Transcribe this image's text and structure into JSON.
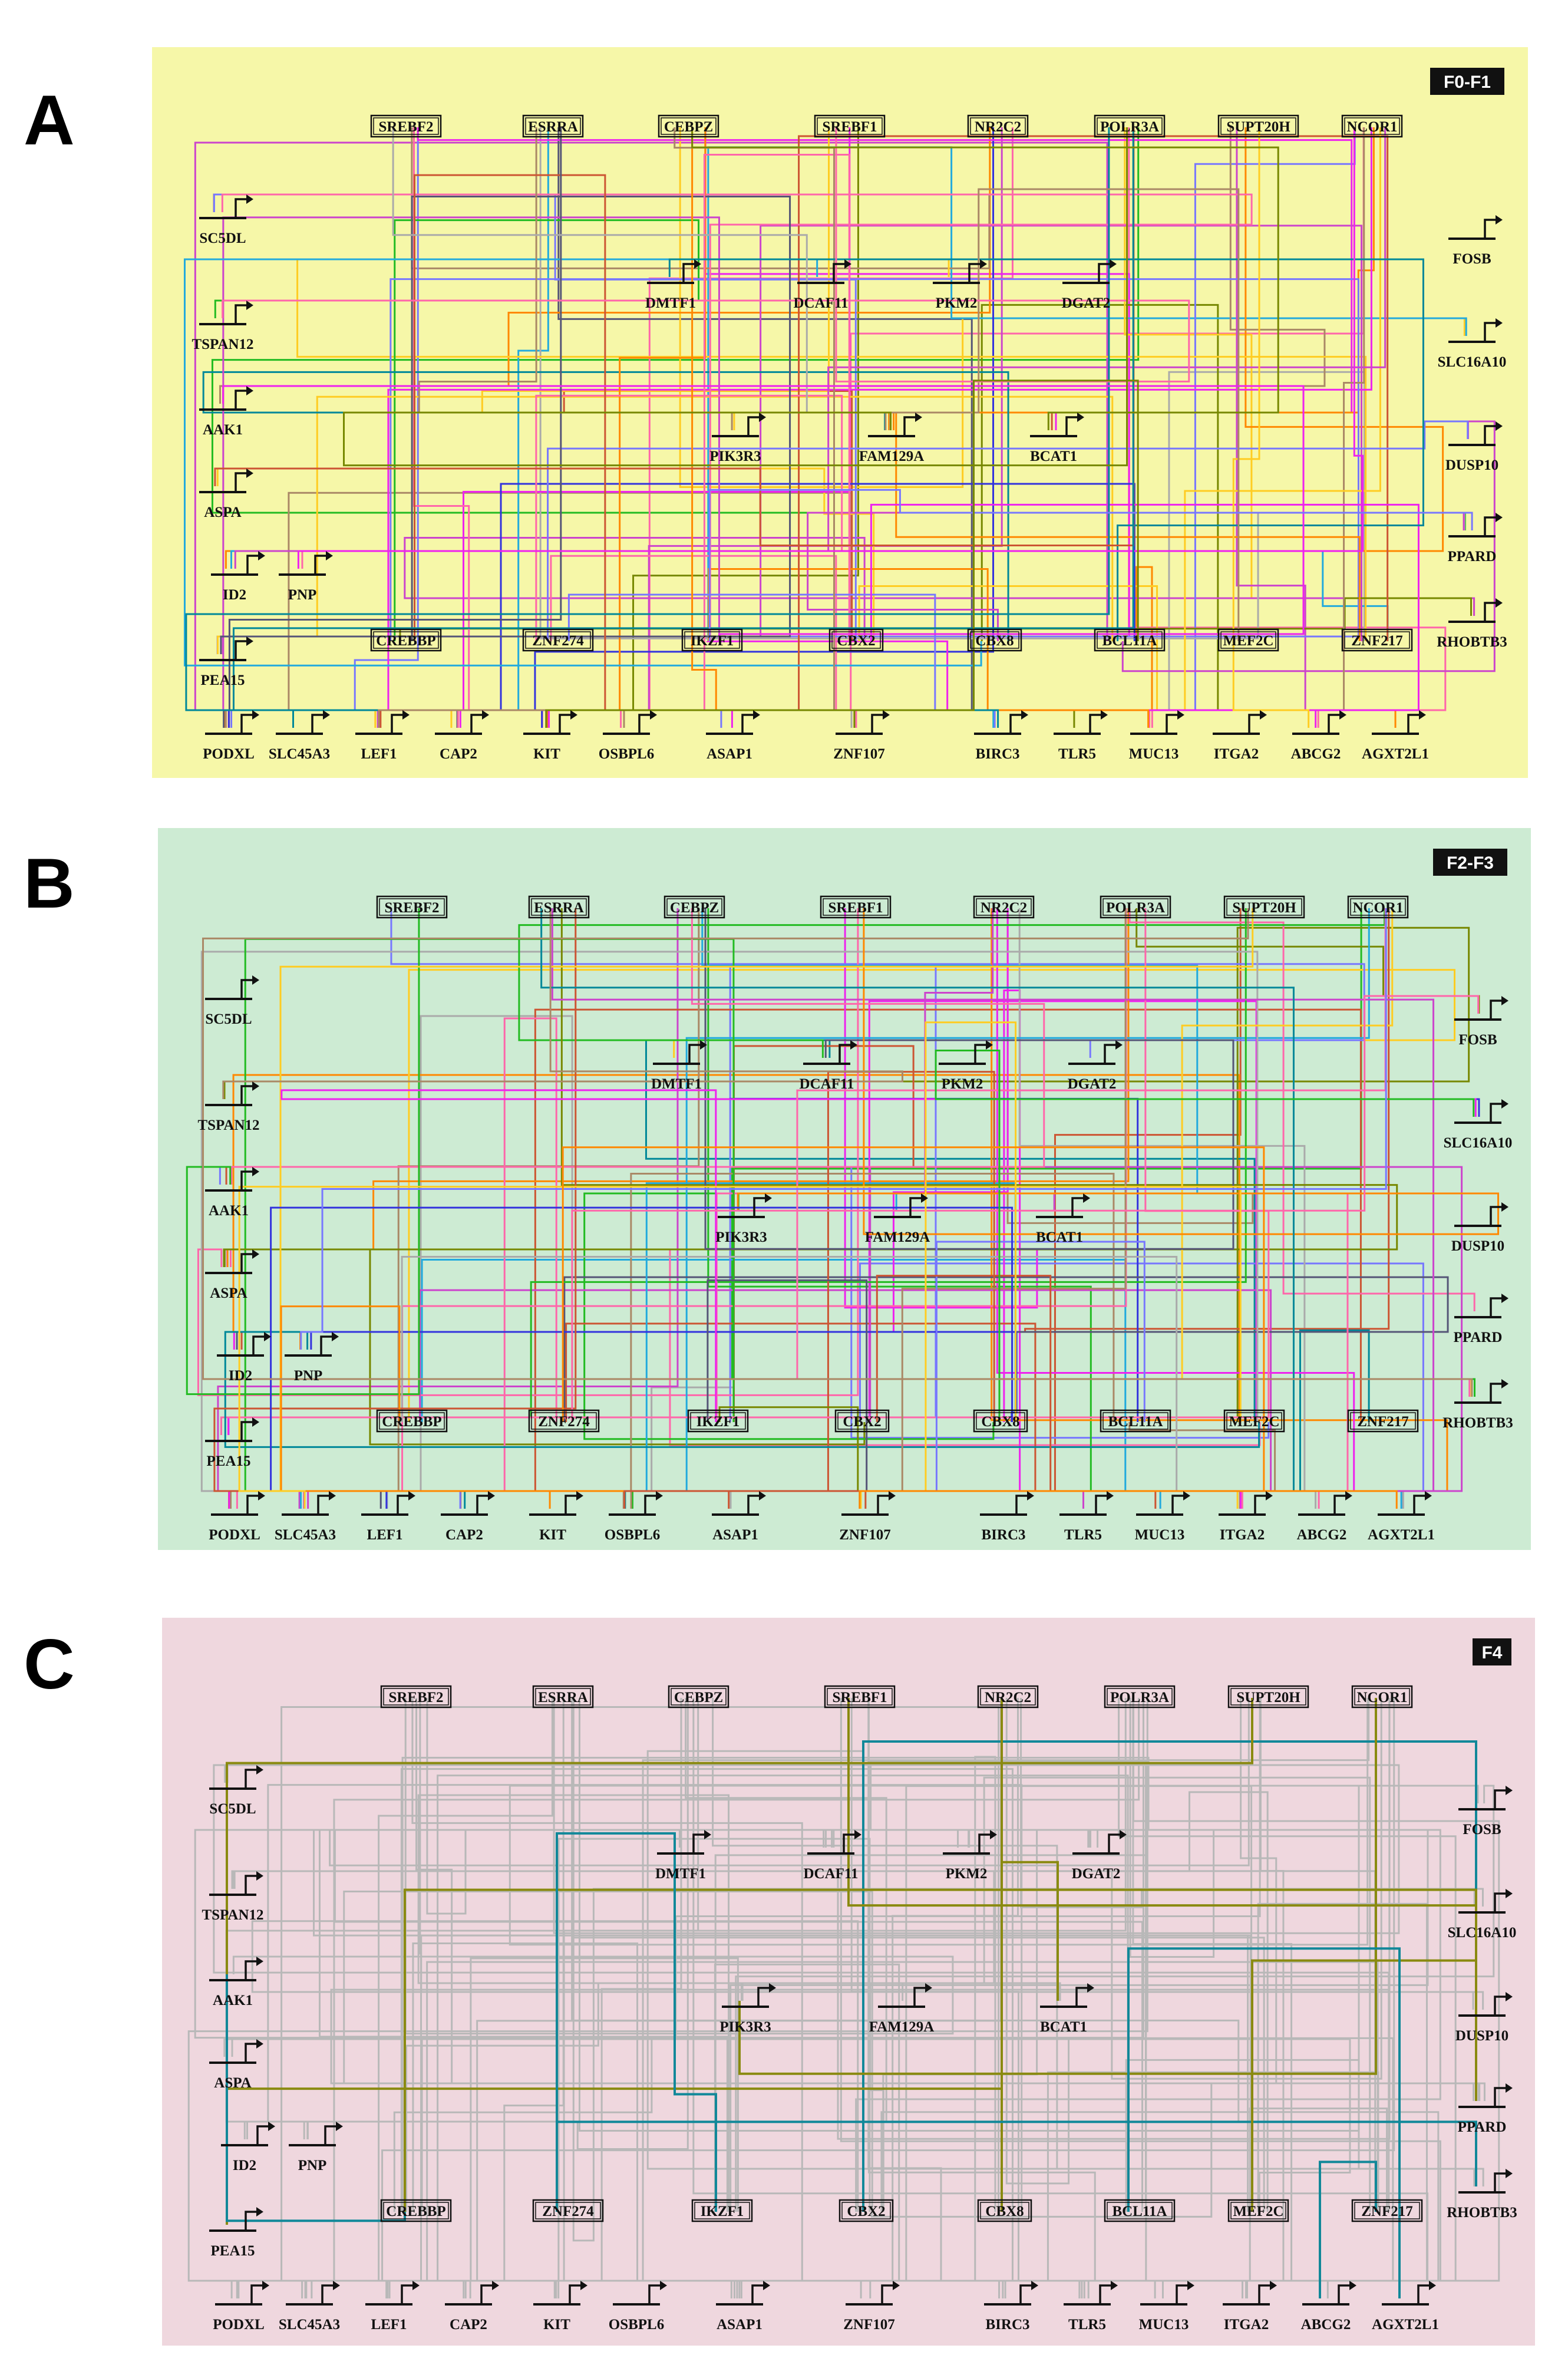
{
  "panels": [
    {
      "letter": "A",
      "tag": "F0-F1",
      "bg": "#f6f7a8",
      "mode": "color"
    },
    {
      "letter": "B",
      "tag": "F2-F3",
      "bg": "#cdebd3",
      "mode": "color"
    },
    {
      "letter": "C",
      "tag": "F4",
      "bg": "#efd7de",
      "mode": "sparse"
    }
  ],
  "tf_nodes": [
    "SREBF2",
    "ESRRA",
    "CEBPZ",
    "SREBF1",
    "NR2C2",
    "POLR3A",
    "SUPT20H",
    "NCOR1",
    "CREBBP",
    "ZNF274",
    "IKZF1",
    "CBX2",
    "CBX8",
    "BCL11A",
    "MEF2C",
    "ZNF217"
  ],
  "gene_nodes": [
    "SC5DL",
    "TSPAN12",
    "AAK1",
    "ASPA",
    "ID2",
    "PNP",
    "PEA15",
    "PODXL",
    "SLC45A3",
    "LEF1",
    "CAP2",
    "KIT",
    "OSBPL6",
    "ASAP1",
    "ZNF107",
    "BIRC3",
    "TLR5",
    "MUC13",
    "ITGA2",
    "ABCG2",
    "AGXT2L1",
    "FOSB",
    "SLC16A10",
    "DUSP10",
    "PPARD",
    "RHOBTB3",
    "DMTF1",
    "DCAF11",
    "PKM2",
    "DGAT2",
    "PIK3R3",
    "FAM129A",
    "BCAT1"
  ],
  "colors": {
    "edge_palette": [
      "#ff8800",
      "#3333dd",
      "#ee22ee",
      "#22bb22",
      "#22aadd",
      "#ffcc22",
      "#aa8866",
      "#555577",
      "#cc5533",
      "#7777ff",
      "#ff66aa",
      "#cc44cc",
      "#778800",
      "#008899",
      "#aaaaaa"
    ],
    "panel_C_highlight": [
      "#8a8a10",
      "#118899"
    ],
    "grey_edge": "#b8b8b8",
    "node_line": "#111111"
  }
}
